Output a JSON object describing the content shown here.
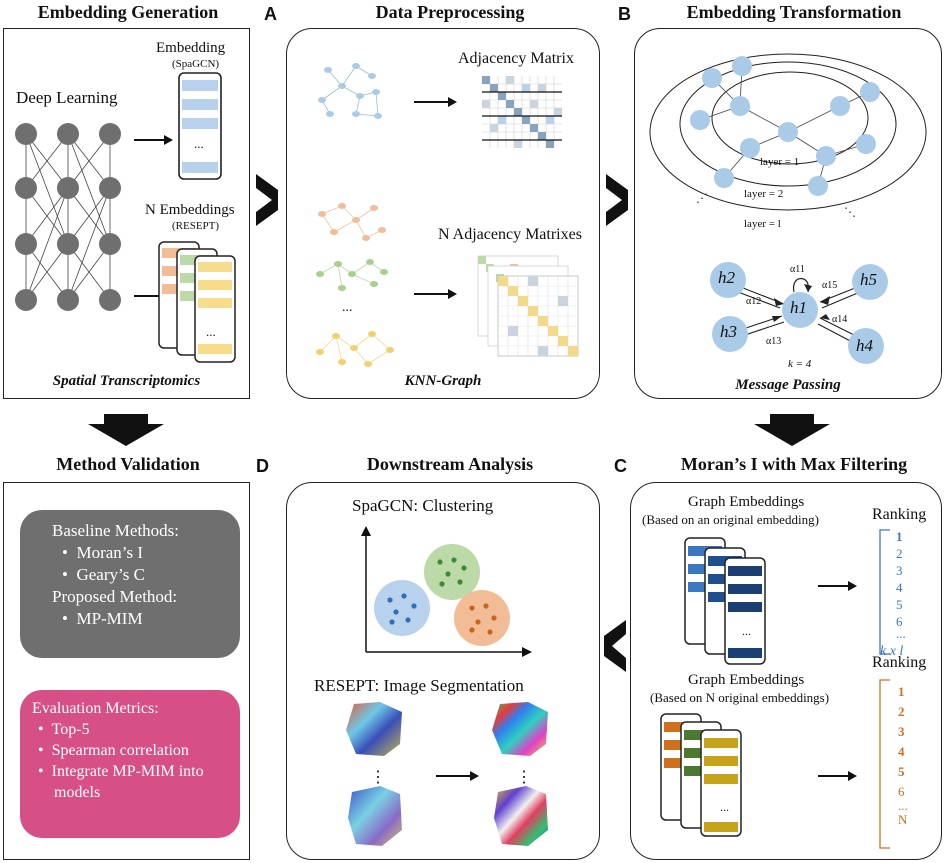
{
  "titles": {
    "embedding_generation": "Embedding Generation",
    "data_preprocessing": "Data Preprocessing",
    "embedding_transformation": "Embedding Transformation",
    "method_validation": "Method Validation",
    "downstream_analysis": "Downstream Analysis",
    "morans_filtering": "Moran’s I with Max Filtering"
  },
  "panel_labels": {
    "a": "A",
    "b": "B",
    "c": "C",
    "d": "D"
  },
  "embedding_generation": {
    "deep_learning": "Deep Learning",
    "embedding": "Embedding",
    "spagcn": "(SpaGCN)",
    "n_embeddings": "N Embeddings",
    "resept": "(RESEPT)",
    "dots": "...",
    "caption": "Spatial Transcriptomics"
  },
  "data_preprocessing": {
    "adjacency_matrix": "Adjacency Matrix",
    "n_adjacency_matrixes": "N Adjacency Matrixes",
    "dots": "...",
    "caption": "KNN-Graph"
  },
  "embedding_transformation": {
    "layer1": "layer = 1",
    "layer2": "layer = 2",
    "layer_l": "layer = l",
    "caption": "Message Passing",
    "nodes": [
      "h2",
      "h1",
      "h5",
      "h3",
      "h4"
    ],
    "edges": [
      "α11",
      "α12",
      "α15",
      "α14",
      "α13"
    ],
    "k": "k = 4"
  },
  "method_validation": {
    "baseline_heading": "Baseline Methods:",
    "baseline_items": [
      "Moran’s I",
      "Geary’s C"
    ],
    "proposed_heading": "Proposed Method:",
    "proposed_items": [
      "MP-MIM"
    ],
    "metrics_heading": "Evaluation Metrics:",
    "metrics_items": [
      "Top-5",
      "Spearman correlation",
      "Integrate MP-MIM into",
      "models"
    ]
  },
  "downstream_analysis": {
    "spagcn_clustering": "SpaGCN: Clustering",
    "resept_segmentation": "RESEPT: Image Segmentation"
  },
  "morans_filtering": {
    "graph_embeddings_1": "Graph Embeddings",
    "based_on_original": "(Based on an original embedding)",
    "graph_embeddings_2": "Graph Embeddings",
    "based_on_n": "(Based on N original embeddings)",
    "ranking": "Ranking",
    "ranking_blue": [
      "1",
      "2",
      "3",
      "4",
      "5",
      "6"
    ],
    "ranking_blue_end": "k x l",
    "ranking_orange": [
      "1",
      "2",
      "3",
      "4",
      "5",
      "6"
    ],
    "ranking_orange_end": "N",
    "dots": "..."
  },
  "colors": {
    "node_blue": "#a9cbe8",
    "grey_box": "#6f6f6f",
    "pink_box": "#d64f86",
    "rank_blue": "#3a78c2",
    "rank_orange": "#d0701c",
    "cluster_green": "#bcd9a8",
    "cluster_blue": "#b8d2ee",
    "cluster_orange": "#f2bd96"
  }
}
